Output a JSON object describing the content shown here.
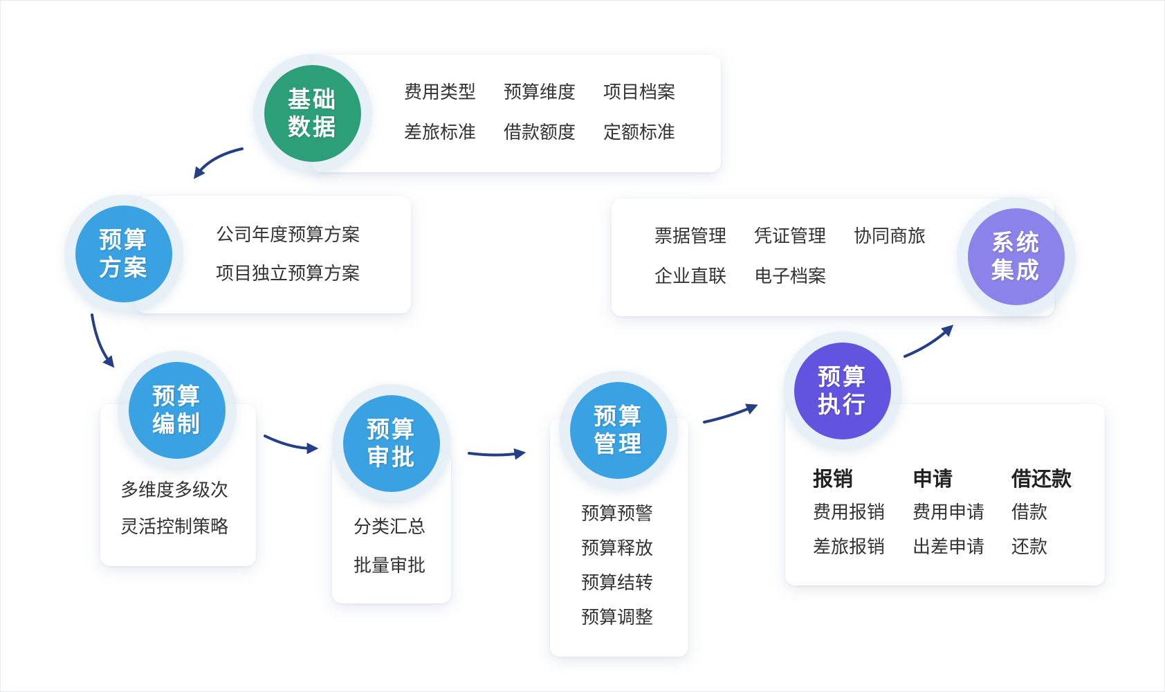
{
  "colors": {
    "green": "#2d9f78",
    "blue": "#3aa2e2",
    "purple_light": "#8c83ea",
    "purple": "#6354e0",
    "arrow": "#253f86"
  },
  "nodes": {
    "basic_data": "基础数据",
    "budget_plan": "预算方案",
    "budget_compile": "预算编制",
    "budget_approve": "预算审批",
    "budget_manage": "预算管理",
    "budget_execute": "预算执行",
    "system_integrate": "系统集成"
  },
  "basic_data": {
    "items": [
      "费用类型",
      "预算维度",
      "项目档案",
      "差旅标准",
      "借款额度",
      "定额标准"
    ]
  },
  "budget_plan": {
    "items": [
      "公司年度预算方案",
      "项目独立预算方案"
    ]
  },
  "budget_compile": {
    "items": [
      "多维度多级次",
      "灵活控制策略"
    ]
  },
  "budget_approve": {
    "items": [
      "分类汇总",
      "批量审批"
    ]
  },
  "budget_manage": {
    "items": [
      "预算预警",
      "预算释放",
      "预算结转",
      "预算调整"
    ]
  },
  "budget_execute": {
    "columns": [
      {
        "heading": "报销",
        "items": [
          "费用报销",
          "差旅报销"
        ]
      },
      {
        "heading": "申请",
        "items": [
          "费用申请",
          "出差申请"
        ]
      },
      {
        "heading": "借还款",
        "items": [
          "借款",
          "还款"
        ]
      }
    ]
  },
  "system_integrate": {
    "items": [
      "票据管理",
      "凭证管理",
      "协同商旅",
      "企业直联",
      "电子档案"
    ]
  }
}
